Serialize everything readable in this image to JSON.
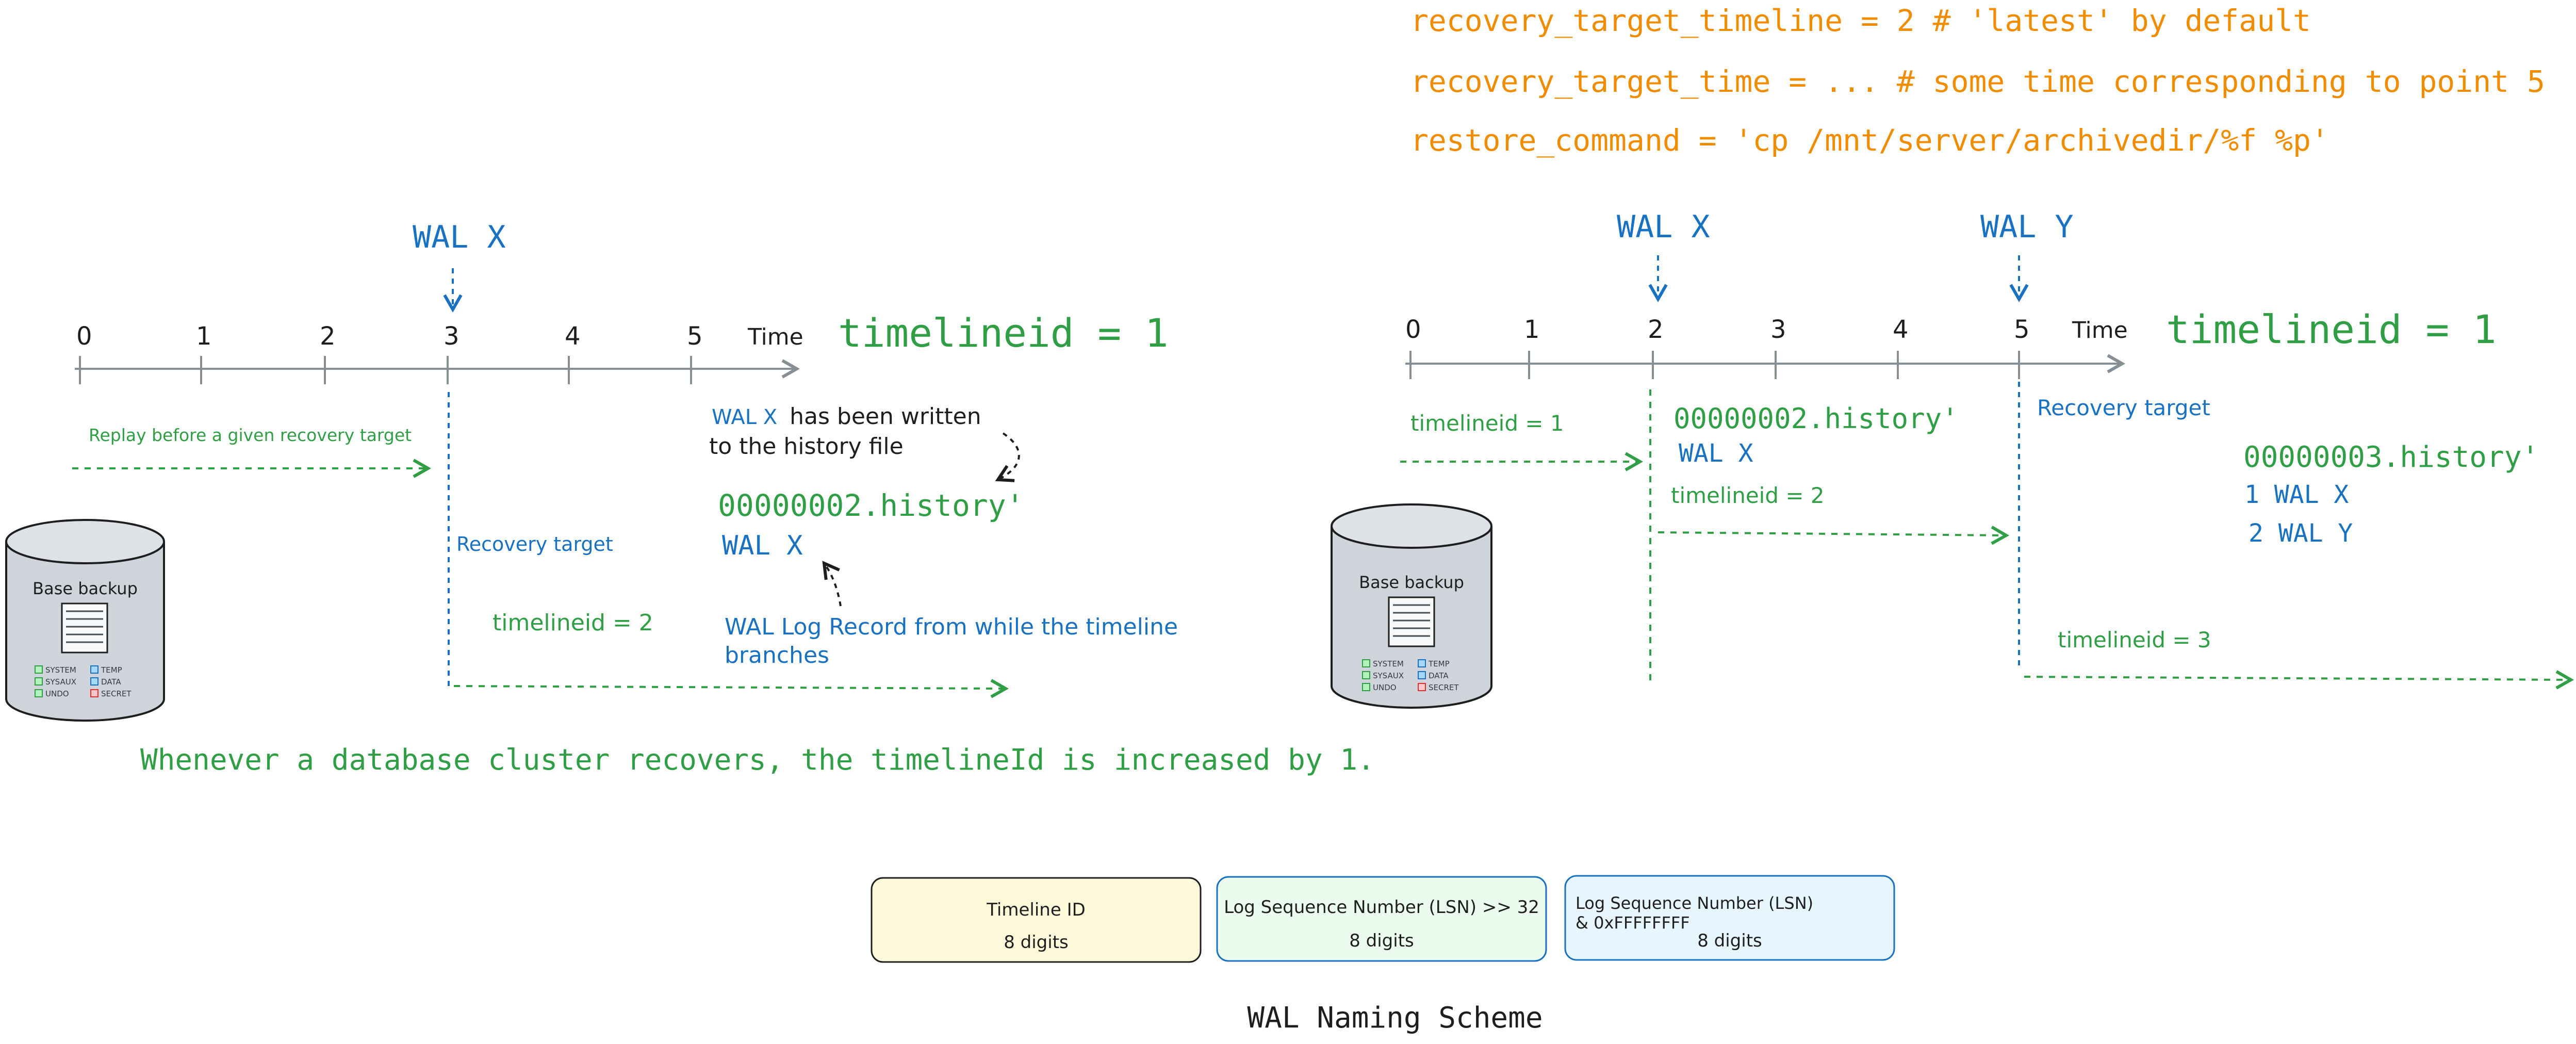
{
  "config": {
    "timeline_line": "recovery_target_timeline = 2 # 'latest' by default",
    "time_line": "recovery_target_time = ... # some time corresponding to point 5",
    "restore_line": "restore_command =  'cp /mnt/server/archivedir/%f %p'"
  },
  "left": {
    "wal_x": "WAL X",
    "ticks": [
      "0",
      "1",
      "2",
      "3",
      "4",
      "5"
    ],
    "time_label": "Time",
    "timelineid_big": "timelineid = 1",
    "replay_label": "Replay before a given recovery target",
    "recovery_target": "Recovery target",
    "timelineid_2": "timelineid = 2",
    "note_wal_x": "WAL X",
    "note_has_been_written": "has been written",
    "note_to_history": "to the history file",
    "history_file": "00000002.history'",
    "history_wal_x": "WAL X",
    "wal_log_record_1": "WAL Log Record from while the timeline",
    "wal_log_record_2": "branches",
    "caption": "Whenever a database cluster recovers, the timelineId is increased by 1."
  },
  "right": {
    "wal_x": "WAL X",
    "wal_y": "WAL Y",
    "ticks": [
      "0",
      "1",
      "2",
      "3",
      "4",
      "5"
    ],
    "time_label": "Time",
    "timelineid_big": "timelineid = 1",
    "timelineid_1": "timelineid = 1",
    "history2_file": "00000002.history'",
    "history2_wal_x": "WAL X",
    "timelineid_2": "timelineid = 2",
    "recovery_target": "Recovery target",
    "history3_file": "00000003.history'",
    "history3_line1": "1 WAL X",
    "history3_line2": "2 WAL Y",
    "timelineid_3": "timelineid = 3"
  },
  "backup": {
    "title": "Base backup",
    "legend": [
      "SYSTEM",
      "TEMP",
      "SYSAUX",
      "DATA",
      "UNDO",
      "SECRET"
    ]
  },
  "naming": {
    "box1_title": "Timeline ID",
    "box1_digits": "8 digits",
    "box2_title": "Log Sequence Number (LSN) >> 32",
    "box2_digits": "8 digits",
    "box3_title_1": "Log Sequence Number (LSN)",
    "box3_title_2": "& 0xFFFFFFFF",
    "box3_digits": "8 digits",
    "caption": "WAL Naming Scheme"
  },
  "colors": {
    "orange": "#f08c00",
    "blue": "#1971c2",
    "green": "#2f9e44",
    "black": "#1e1e1e",
    "gray": "#868e96",
    "box1_fill": "#fff9db",
    "box2_fill": "#ebfbee",
    "box3_fill": "#e7f5ff"
  }
}
